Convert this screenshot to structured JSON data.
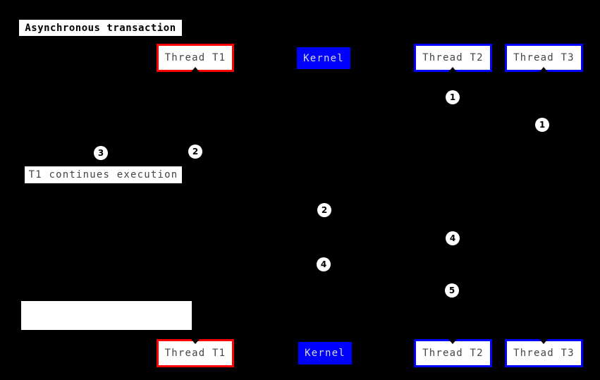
{
  "diagram": {
    "title": "Asynchronous transaction",
    "participants": {
      "thread_t1": {
        "label": "Thread T1",
        "border_color": "#ff0000"
      },
      "kernel": {
        "label": "Kernel",
        "fill_color": "#0000ff"
      },
      "thread_t2": {
        "label": "Thread T2",
        "border_color": "#0000ff"
      },
      "thread_t3": {
        "label": "Thread T3",
        "border_color": "#0000ff"
      }
    },
    "notes": {
      "t1_continues": "T1 continues execution",
      "empty_note": ""
    },
    "step_markers": [
      {
        "label": "1"
      },
      {
        "label": "1"
      },
      {
        "label": "2"
      },
      {
        "label": "3"
      },
      {
        "label": "2"
      },
      {
        "label": "4"
      },
      {
        "label": "4"
      },
      {
        "label": "5"
      }
    ],
    "colors": {
      "background": "#000000",
      "red_accent": "#ff0000",
      "blue_accent": "#0000ff",
      "box_fill": "#ffffff",
      "box_text": "#454545",
      "kernel_text": "#d8d8d8"
    }
  }
}
